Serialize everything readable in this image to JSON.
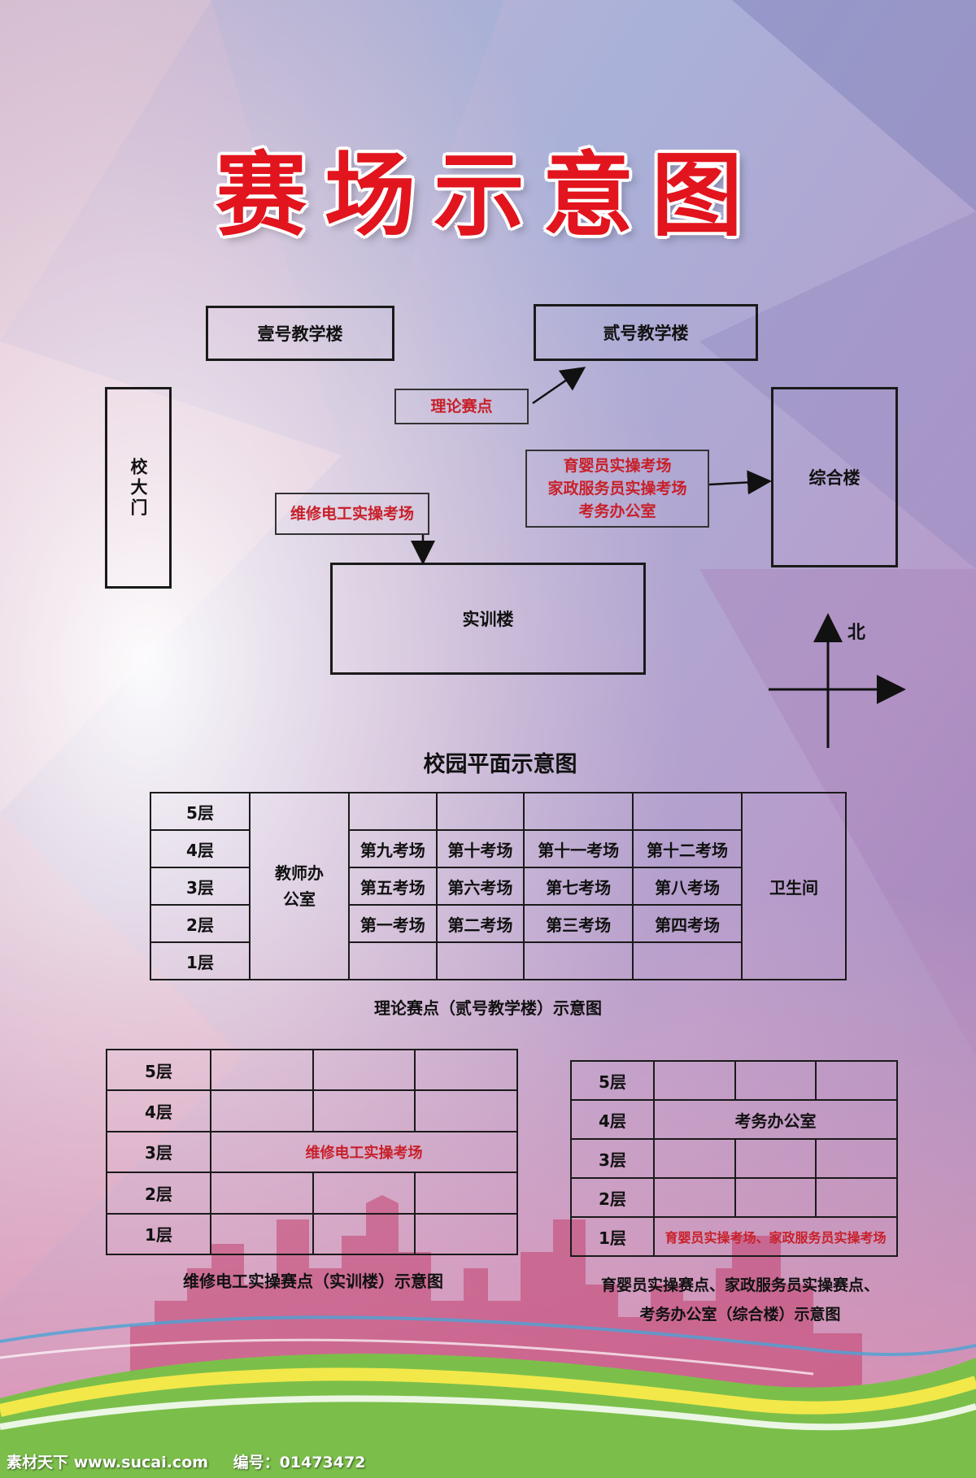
{
  "title": "赛场示意图",
  "campus": {
    "caption": "校园平面示意图",
    "buildings": {
      "building1": "壹号教学楼",
      "building2": "贰号教学楼",
      "gate": "校大门",
      "complex": "综合楼",
      "training": "实训楼"
    },
    "labels": {
      "theory": "理论赛点",
      "electrician": "维修电工实操考场",
      "childcare_1": "育婴员实操考场",
      "childcare_2": "家政服务员实操考场",
      "childcare_3": "考务办公室"
    },
    "compass_north": "北"
  },
  "theory_table": {
    "caption": "理论赛点（贰号教学楼）示意图",
    "floors": [
      "5层",
      "4层",
      "3层",
      "2层",
      "1层"
    ],
    "teacher_office": "教师办公室",
    "restroom": "卫生间",
    "rooms": {
      "f4": [
        "第九考场",
        "第十考场",
        "第十一考场",
        "第十二考场"
      ],
      "f3": [
        "第五考场",
        "第六考场",
        "第七考场",
        "第八考场"
      ],
      "f2": [
        "第一考场",
        "第二考场",
        "第三考场",
        "第四考场"
      ]
    }
  },
  "training_table": {
    "caption": "维修电工实操赛点（实训楼）示意图",
    "floors": [
      "5层",
      "4层",
      "3层",
      "2层",
      "1层"
    ],
    "f3_room": "维修电工实操考场"
  },
  "complex_table": {
    "caption_line1": "育婴员实操赛点、家政服务员实操赛点、",
    "caption_line2": "考务办公室（综合楼）示意图",
    "floors": [
      "5层",
      "4层",
      "3层",
      "2层",
      "1层"
    ],
    "f4_room": "考务办公室",
    "f1_room": "育婴员实操考场、家政服务员实操考场"
  },
  "watermark": {
    "site": "素材天下 www.sucai.com",
    "id": "编号：01473472"
  },
  "colors": {
    "title": "#e2141d",
    "label_red": "#c8202a"
  }
}
